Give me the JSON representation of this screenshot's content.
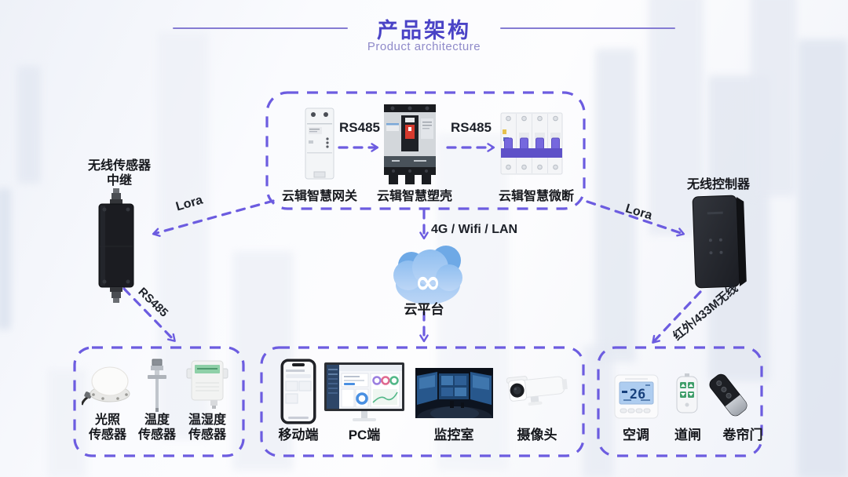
{
  "header": {
    "title": "产品架构",
    "subtitle": "Product architecture"
  },
  "top_box": {
    "gateway_label": "云辑智慧网关",
    "mccb_label": "云辑智慧塑壳",
    "mcb_label": "云辑智慧微断",
    "rs485_left": "RS485",
    "rs485_right": "RS485"
  },
  "left_node": {
    "title_line1": "无线传感器",
    "title_line2": "中继"
  },
  "right_node": {
    "title": "无线控制器"
  },
  "cloud": {
    "label": "云平台",
    "uplink_label": "4G / Wifi / LAN",
    "infinity_glyph": "∞"
  },
  "links": {
    "lora_left": "Lora",
    "lora_right": "Lora",
    "rs485_down": "RS485",
    "ir_label": "红外/433M无线"
  },
  "sensors_box": {
    "items": [
      {
        "line1": "光照",
        "line2": "传感器"
      },
      {
        "line1": "温度",
        "line2": "传感器"
      },
      {
        "line1": "温湿度",
        "line2": "传感器"
      }
    ]
  },
  "clients_box": {
    "items": [
      {
        "label": "移动端"
      },
      {
        "label": "PC端"
      },
      {
        "label": "监控室"
      },
      {
        "label": "摄像头"
      }
    ]
  },
  "devices_box": {
    "items": [
      {
        "label": "空调"
      },
      {
        "label": "道闸"
      },
      {
        "label": "卷帘门"
      }
    ],
    "thermostat_display": "26"
  },
  "colors": {
    "accent": "#6C5CE0",
    "title_purple": "#4A43C6",
    "subtitle_purple": "#8F8AC9"
  }
}
